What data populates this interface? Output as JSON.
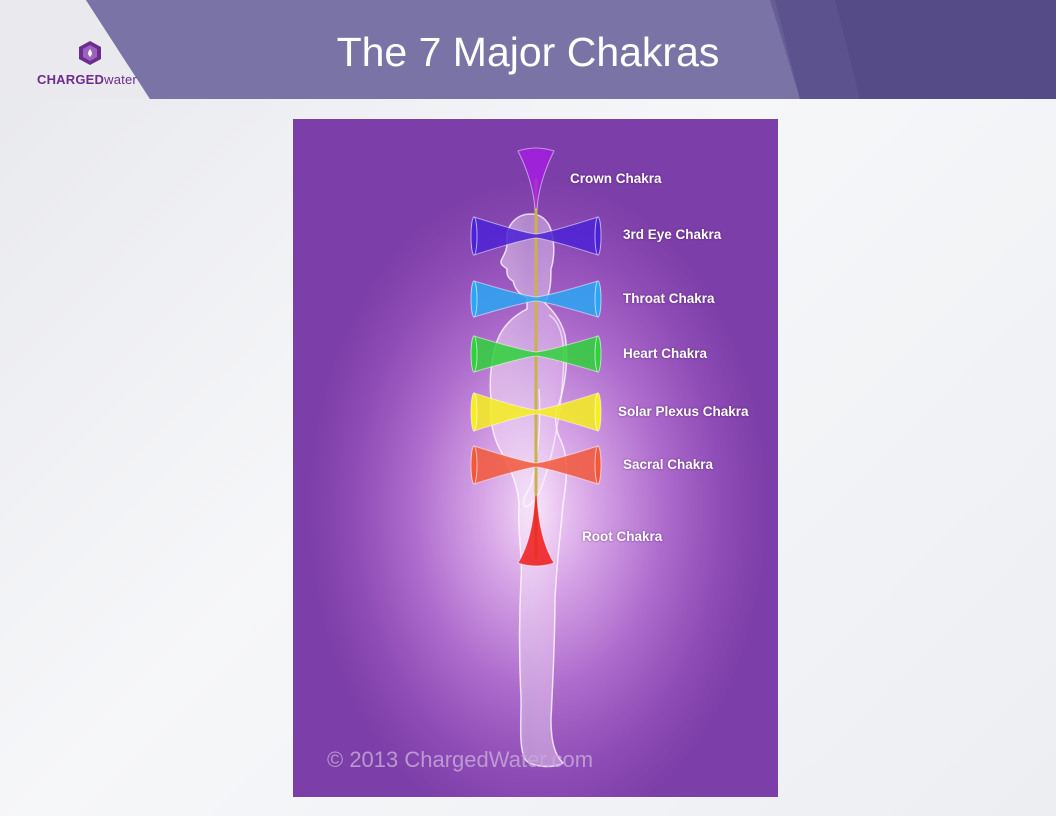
{
  "header": {
    "title": "The 7 Major Chakras",
    "logo_text_1": "CHARGED",
    "logo_text_2": "water"
  },
  "chakras": [
    {
      "label": "Crown Chakra",
      "color": "#a51de0"
    },
    {
      "label": "3rd Eye Chakra",
      "color": "#4b22d6"
    },
    {
      "label": "Throat Chakra",
      "color": "#2aa6f2"
    },
    {
      "label": "Heart Chakra",
      "color": "#2fd23a"
    },
    {
      "label": "Solar Plexus Chakra",
      "color": "#f6ef1c"
    },
    {
      "label": "Sacral Chakra",
      "color": "#f2583a"
    },
    {
      "label": "Root Chakra",
      "color": "#ee1a1a"
    }
  ],
  "copyright": "© 2013 ChargedWater.com",
  "colors": {
    "header": "#6a6598",
    "panel": "#8e4cb6",
    "logo": "#6b2d8e"
  }
}
